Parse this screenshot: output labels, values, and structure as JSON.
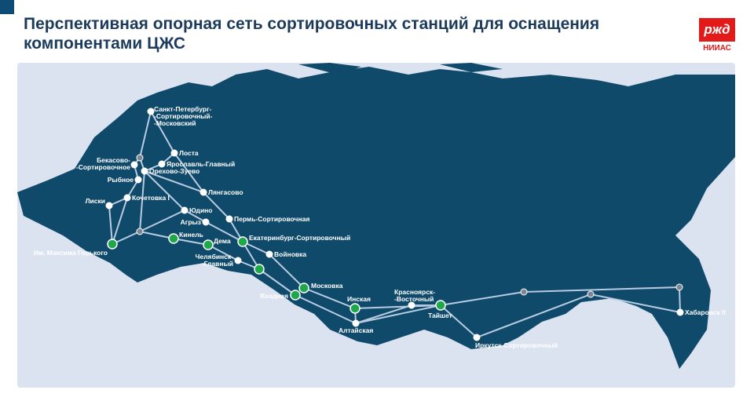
{
  "header": {
    "title": "Перспективная опорная сеть сортировочных станций для оснащения компонентами ЦЖС"
  },
  "logo": {
    "mark": "РЖД",
    "subtitle": "НИИАС"
  },
  "colors": {
    "land": "#0f4a6b",
    "sea": "#dbe3f1",
    "line": "#b9cbe0",
    "station": "#ffffff",
    "equipped": "#1fa84a",
    "junction": "#7a8793",
    "label_box": "#6f8aa3"
  },
  "stations": [
    {
      "name": "Санкт-Петербург-\n-Сортировочный-\n-Московский",
      "type": "station"
    },
    {
      "name": "",
      "type": "junction"
    },
    {
      "name": "Бекасово-\n-Сортировочное",
      "type": "station"
    },
    {
      "name": "Лоста",
      "type": "station"
    },
    {
      "name": "Ярославль-Главный",
      "type": "station"
    },
    {
      "name": "Орехово-Зуево",
      "type": "station"
    },
    {
      "name": "Рыбное",
      "type": "station"
    },
    {
      "name": "Лянгасово",
      "type": "station"
    },
    {
      "name": "Лиски",
      "type": "station"
    },
    {
      "name": "Кочетовка I",
      "type": "station"
    },
    {
      "name": "Юдино",
      "type": "station"
    },
    {
      "name": "Агрыз",
      "type": "station"
    },
    {
      "name": "Пермь-Сортировочная",
      "type": "station"
    },
    {
      "name": "",
      "type": "junction"
    },
    {
      "name": "Им. Максима Горького",
      "type": "equipped"
    },
    {
      "name": "Кинель",
      "type": "equipped"
    },
    {
      "name": "Дема",
      "type": "equipped"
    },
    {
      "name": "Екатеринбург-Сортировочный",
      "type": "equipped"
    },
    {
      "name": "Войновка",
      "type": "station"
    },
    {
      "name": "Челябинск-\n-Главный",
      "type": "station"
    },
    {
      "name": "",
      "type": "equipped"
    },
    {
      "name": "Московка",
      "type": "equipped"
    },
    {
      "name": "Входная",
      "type": "equipped"
    },
    {
      "name": "Инская",
      "type": "equipped"
    },
    {
      "name": "Алтайская",
      "type": "station"
    },
    {
      "name": "Красноярск-\n-Восточный",
      "type": "station"
    },
    {
      "name": "Тайшет",
      "type": "equipped"
    },
    {
      "name": "Иркутск-Сортировочный",
      "type": "station"
    },
    {
      "name": "",
      "type": "junction"
    },
    {
      "name": "",
      "type": "junction"
    },
    {
      "name": "",
      "type": "junction"
    },
    {
      "name": "Хабаровск II",
      "type": "station"
    }
  ]
}
